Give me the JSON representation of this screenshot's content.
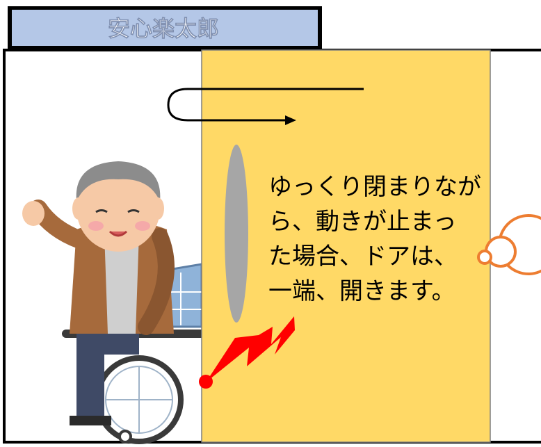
{
  "brand": {
    "name": "安心楽太郎",
    "banner_color": "#b4c7e7"
  },
  "door": {
    "color": "#ffd966",
    "message_lines": [
      "ゆっくり閉まりなが",
      "ら、動きが止まっ",
      "た場合、ドアは、",
      "一端、開きます。"
    ]
  },
  "colors": {
    "frame": "#000000",
    "sensor": "#a6a6a6",
    "impact": "#ff0000",
    "swirl": "#ed7d31"
  },
  "icons": {
    "direction_arrow": "return-arrow-icon",
    "sensor": "sensor-oval-icon",
    "impact": "lightning-bolt-icon",
    "person": "elderly-man-wheelchair-icon",
    "swirl": "swirl-icon"
  }
}
